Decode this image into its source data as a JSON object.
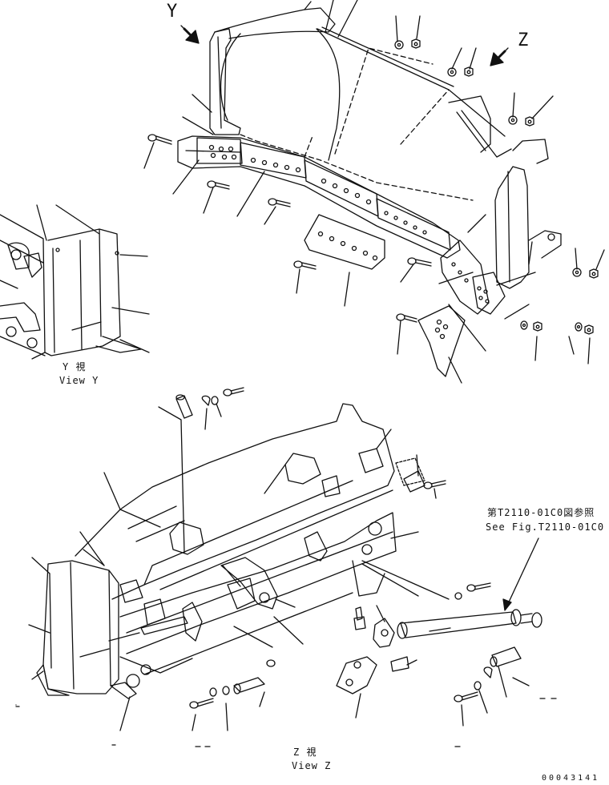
{
  "views": {
    "y_marker": "Y",
    "z_marker": "Z",
    "y_caption_jp": "Y  視",
    "y_caption_en": "View Y",
    "z_caption_jp": "Z  視",
    "z_caption_en": "View Z"
  },
  "reference": {
    "jp": "第T2110-01C0図参照",
    "en": "See Fig.T2110-01C0"
  },
  "drawing_number": "00043141"
}
